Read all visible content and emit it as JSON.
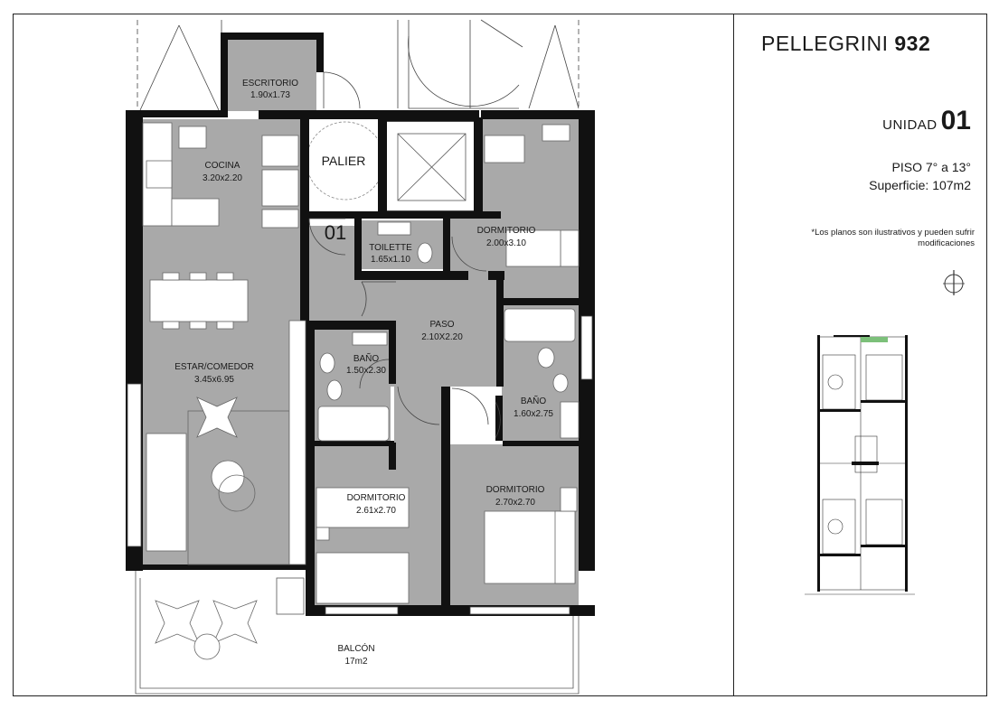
{
  "building": {
    "name": "PELLEGRINI",
    "number": "932"
  },
  "unit": {
    "label": "UNIDAD",
    "number": "01"
  },
  "floor_range": "PISO 7° a 13°",
  "surface": "Superficie: 107m2",
  "disclaimer": "*Los planos son ilustrativos y pueden sufrir modificaciones",
  "plan": {
    "landing": "PALIER",
    "unit_tag": "01",
    "rooms": [
      {
        "name": "ESCRITORIO",
        "dims": "1.90x1.73"
      },
      {
        "name": "COCINA",
        "dims": "3.20x2.20"
      },
      {
        "name": "TOILETTE",
        "dims": "1.65x1.10"
      },
      {
        "name": "DORMITORIO",
        "dims": "2.00x3.10"
      },
      {
        "name": "PASO",
        "dims": "2.10X2.20"
      },
      {
        "name": "ESTAR/COMEDOR",
        "dims": "3.45x6.95"
      },
      {
        "name": "BAÑO",
        "dims": "1.50x2.30"
      },
      {
        "name": "BAÑO",
        "dims": "1.60x2.75"
      },
      {
        "name": "DORMITORIO",
        "dims": "2.61x2.70"
      },
      {
        "name": "DORMITORIO",
        "dims": "2.70x2.70"
      },
      {
        "name": "BALCÓN",
        "dims": "17m2"
      }
    ]
  },
  "colors": {
    "room_fill": "#a9a9a9",
    "wall": "#111111",
    "furniture": "#ffffff"
  }
}
